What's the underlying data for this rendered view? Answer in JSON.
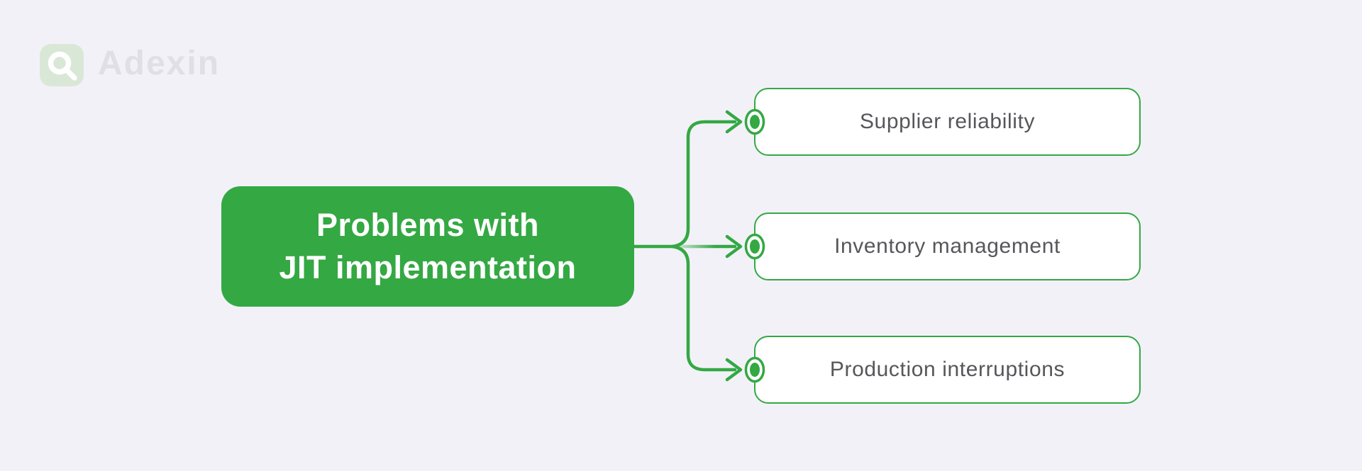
{
  "header": {
    "brand": "Adexin",
    "logo_icon": "adexin-a-icon"
  },
  "colors": {
    "background": "#f2f1f8",
    "brand_green": "#34a843",
    "logo_badge_bg": "#d9e8d6",
    "brand_text": "#dfdfe5",
    "branch_text": "#57575b",
    "root_text": "#ffffff",
    "branch_fill": "#ffffff"
  },
  "diagram": {
    "root": {
      "line1": "Problems with",
      "line2": "JIT implementation"
    },
    "branches": [
      {
        "label": "Supplier reliability"
      },
      {
        "label": "Inventory management"
      },
      {
        "label": "Production interruptions"
      }
    ]
  }
}
